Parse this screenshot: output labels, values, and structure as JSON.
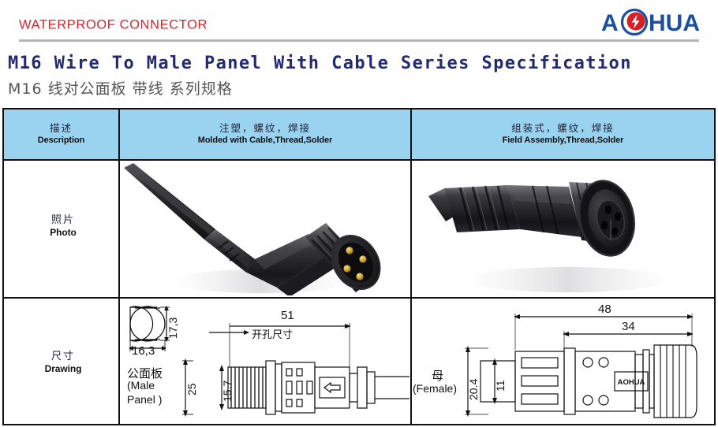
{
  "header": {
    "banner_text": "WATERPROOF CONNECTOR",
    "banner_color": "#e02128",
    "rule_color": "#b4b4b4",
    "logo": {
      "text_left": "A",
      "text_right": "HUA",
      "full_name": "AOHUA",
      "circle_color": "#1b4fa0",
      "bolt_color": "#d81f26",
      "text_color": "#1b4fa0"
    }
  },
  "titles": {
    "main": "M16 Wire To Male Panel With Cable Series Specification",
    "main_color": "#232a72",
    "sub": "M16 线对公面板 带线 系列规格",
    "sub_color": "#555555"
  },
  "table": {
    "header_bg": "#9ad3f0",
    "border_color": "#111111",
    "columns": [
      {
        "cn": "描述",
        "en": "Description"
      },
      {
        "cn": "注塑，螺纹，焊接",
        "en": "Molded with Cable,Thread,Solder"
      },
      {
        "cn": "组装式，螺纹，焊接",
        "en": "Field Assembly,Thread,Solder"
      }
    ],
    "rows": [
      {
        "cn": "照片",
        "en": "Photo"
      },
      {
        "cn": "尺寸",
        "en": "Drawing"
      }
    ]
  },
  "photos": {
    "male": {
      "alt_cn": "公头带线照片",
      "alt_en": "Molded male connector with cable",
      "body_color": "#1d1d1f",
      "pin_color": "#c9a227",
      "pin_count": "4"
    },
    "female": {
      "alt_cn": "母头组装式照片",
      "alt_en": "Field assembly female connector",
      "body_color": "#1d1d1f",
      "socket_count": "4"
    }
  },
  "drawing_left": {
    "cutout_label": "开孔尺寸",
    "cutout_width": "16,3",
    "cutout_height": "17,3",
    "part_label_cn": "公面板",
    "part_label_en1": "(Male",
    "part_label_en2": "Panel )",
    "overall_height": "25",
    "thread_dia": "15.7",
    "overall_length": "51"
  },
  "drawing_right": {
    "part_label_cn": "母",
    "part_label_en": "(Female)",
    "overall_length": "48",
    "body_length": "34",
    "outer_dia": "20.4",
    "inner_dia": "11",
    "brand_mark": "AOHUA"
  }
}
